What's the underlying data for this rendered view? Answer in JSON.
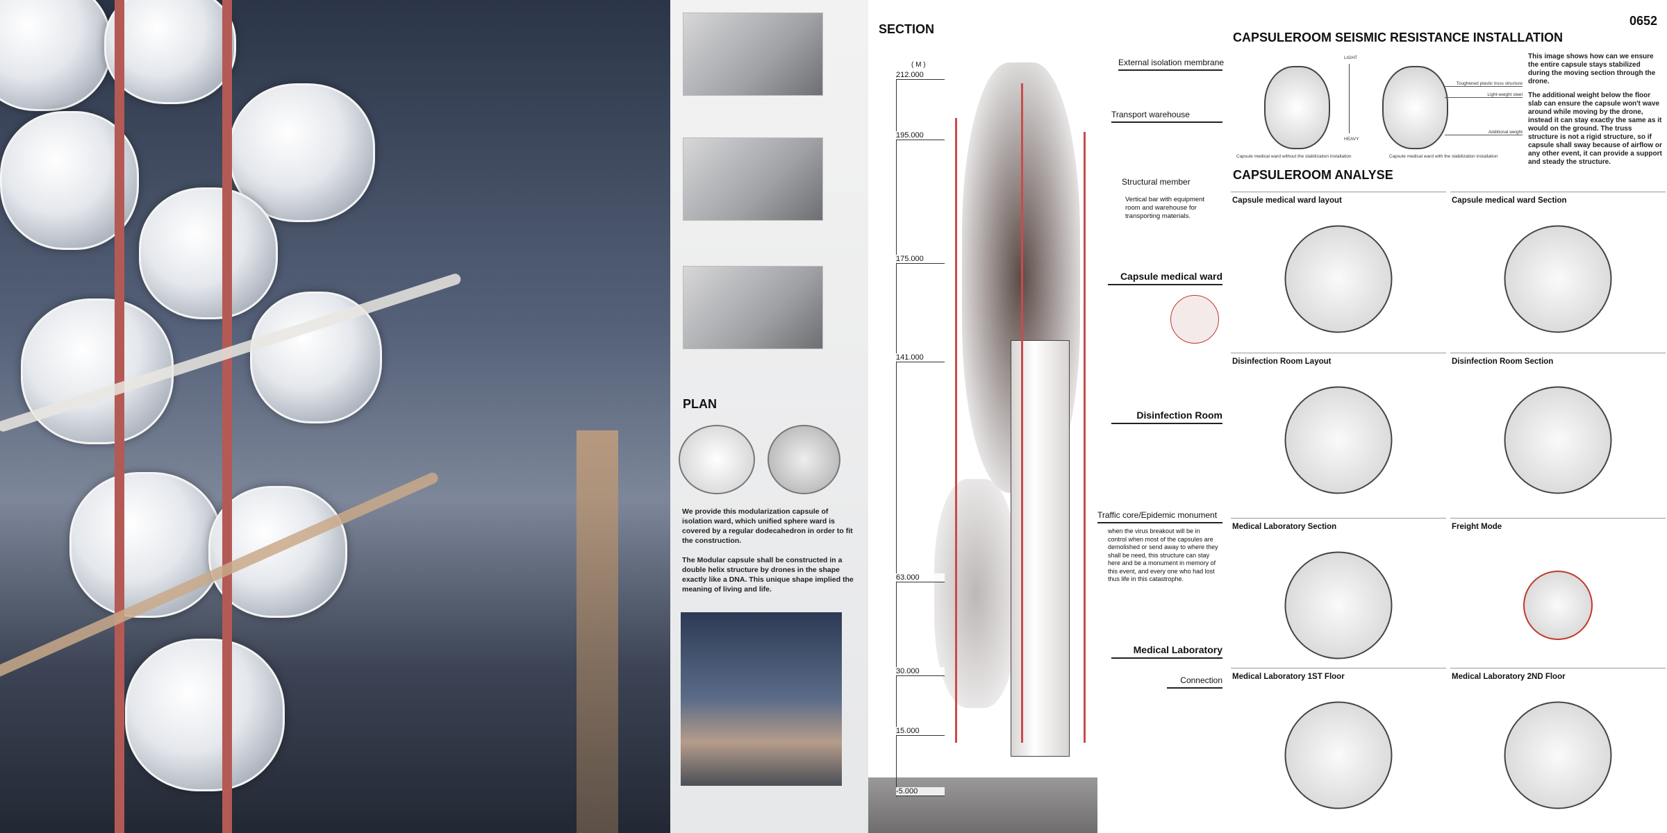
{
  "sheet_number": "0652",
  "plan": {
    "title": "PLAN",
    "paragraphs": [
      "We provide this modularization capsule of isolation ward, which unified sphere ward is covered by a regular dodecahedron in order to fit the construction.",
      "The Modular capsule shall be constructed in a double helix structure by drones in the shape exactly like a DNA. This unique shape implied the meaning of living and life."
    ]
  },
  "section": {
    "title": "SECTION",
    "unit": "( M )",
    "elevations": [
      "212.000",
      "195.000",
      "175.000",
      "141.000",
      "63.000",
      "30.000",
      "15.000",
      "-5.000"
    ],
    "labels": {
      "external_membrane": "External isolation membrane",
      "transport_warehouse": "Transport warehouse",
      "structural_member": "Structural member",
      "structural_member_desc": "Vertical bar with equipment room and warehouse for transporting materials.",
      "capsule_ward": "Capsule medical ward",
      "disinfection_room": "Disinfection Room",
      "traffic_core": "Traffic core/Epidemic monument",
      "traffic_core_desc": "when the virus breakout will be in control when most of the capsules are demolished or send away to where they shall be need, this structure can stay here and be a monument in memory of this event, and every one who had lost thus life in this catastrophe.",
      "medical_lab": "Medical Laboratory",
      "connection": "Connection"
    }
  },
  "seismic": {
    "title": "CAPSULEROOM SEISMIC RESISTANCE INSTALLATION",
    "caption_without": "Capsule medical ward without the stabilization installation",
    "caption_with": "Capsule medical ward with the stabilization installation",
    "callouts": [
      "Toughened plastic truss structure",
      "Light-weight steel",
      "Additional weight"
    ],
    "axis_top": "LIGHT",
    "axis_bottom": "HEAVY",
    "paragraphs": [
      "This image shows how can we ensure the entire capsule stays stabilized during the moving section through the drone.",
      "The additional weight below the floor slab can ensure the capsule won't wave around while moving by the drone, instead it can stay exactly the same as it would on the ground. The truss structure is not a rigid structure, so if capsule shall sway because of airflow or any other event, it can provide a support and steady the structure."
    ]
  },
  "analyse": {
    "title": "CAPSULEROOM ANALYSE",
    "panels": [
      {
        "title": "Capsule medical ward layout"
      },
      {
        "title": "Capsule medical ward Section"
      },
      {
        "title": "Disinfection Room Layout"
      },
      {
        "title": "Disinfection Room Section"
      },
      {
        "title": "Medical Laboratory Section"
      },
      {
        "title": "Freight Mode"
      },
      {
        "title": "Medical Laboratory 1ST Floor"
      },
      {
        "title": "Medical Laboratory 2ND Floor"
      }
    ]
  },
  "colors": {
    "accent_red": "#c0392b",
    "pole": "#b45a55"
  }
}
